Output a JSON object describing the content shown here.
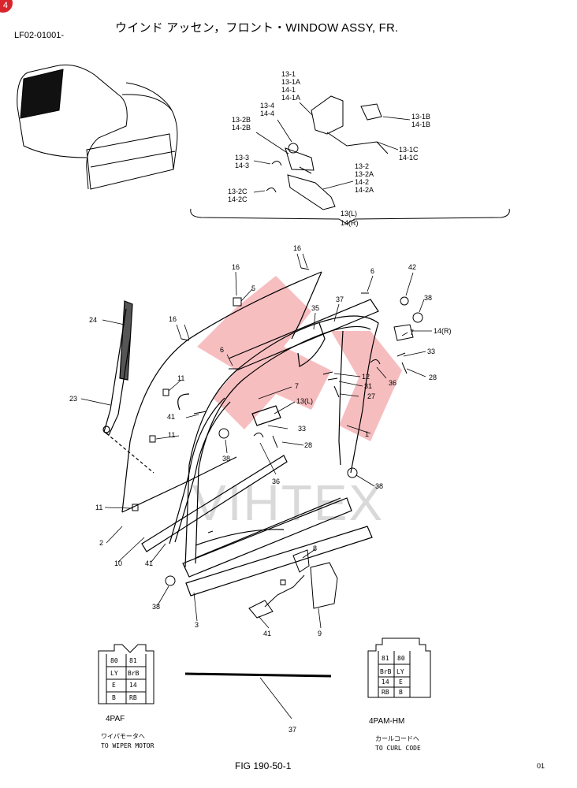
{
  "header": {
    "badge": "4",
    "title": "ウインド アッセン，フロント・WINDOW ASSY, FR.",
    "doc_code": "LF02-01001-"
  },
  "footer": {
    "figure": "FIG 190-50-1",
    "page_mark": "01"
  },
  "watermark": "VIHTEX",
  "colors": {
    "line": "#000000",
    "stamp": "#e8454b",
    "watermark": "#d9d9d9"
  },
  "inset_labels": {
    "l13_1": "13-1",
    "l13_1A": "13-1A",
    "l14_1": "14-1",
    "l14_1A": "14-1A",
    "l13_4": "13-4",
    "l14_4": "14-4",
    "l13_2B": "13-2B",
    "l14_2B": "14-2B",
    "l13_3": "13-3",
    "l14_3": "14-3",
    "l13_2C": "13-2C",
    "l14_2C": "14-2C",
    "l13_1B": "13-1B",
    "l14_1B": "14-1B",
    "l13_1C": "13-1C",
    "l14_1C": "14-1C",
    "l13_2": "13-2",
    "l13_2A": "13-2A",
    "l14_2": "14-2",
    "l14_2A": "14-2A",
    "l13L": "13(L)",
    "l14R": "14(R)"
  },
  "callouts": {
    "c16a": "16",
    "c16b": "16",
    "c16c": "16",
    "c5": "5",
    "c6a": "6",
    "c6b": "6",
    "c42": "42",
    "c38a": "38",
    "c38b": "38",
    "c38c": "38",
    "c38d": "38",
    "c35": "35",
    "c37a": "37",
    "c37b": "37",
    "c7a": "7",
    "c7b": "7",
    "c14R": "14(R)",
    "c13L": "13(L)",
    "c33a": "33",
    "c33b": "33",
    "c28a": "28",
    "c28b": "28",
    "c36a": "36",
    "c36b": "36",
    "c12": "12",
    "c31": "31",
    "c27": "27",
    "c1": "1",
    "c2": "2",
    "c3": "3",
    "c24": "24",
    "c23": "23",
    "c11a": "11",
    "c11b": "11",
    "c11c": "11",
    "c41a": "41",
    "c41b": "41",
    "c41c": "41",
    "c10": "10",
    "c8": "8",
    "c9": "9"
  },
  "connector_left": {
    "pins": [
      [
        "80",
        "81"
      ],
      [
        "LY",
        "BrB"
      ],
      [
        "E",
        "14"
      ],
      [
        "B",
        "RB"
      ]
    ],
    "code": "4PAF",
    "note_jp": "ワイパモータへ",
    "note_en": "TO WIPER MOTOR"
  },
  "connector_right": {
    "pins": [
      [
        "81",
        "80"
      ],
      [
        "BrB",
        "LY"
      ],
      [
        "14",
        "E"
      ],
      [
        "RB",
        "B"
      ]
    ],
    "code": "4PAM-HM",
    "note_jp": "カールコードへ",
    "note_en": "TO CURL CODE"
  }
}
